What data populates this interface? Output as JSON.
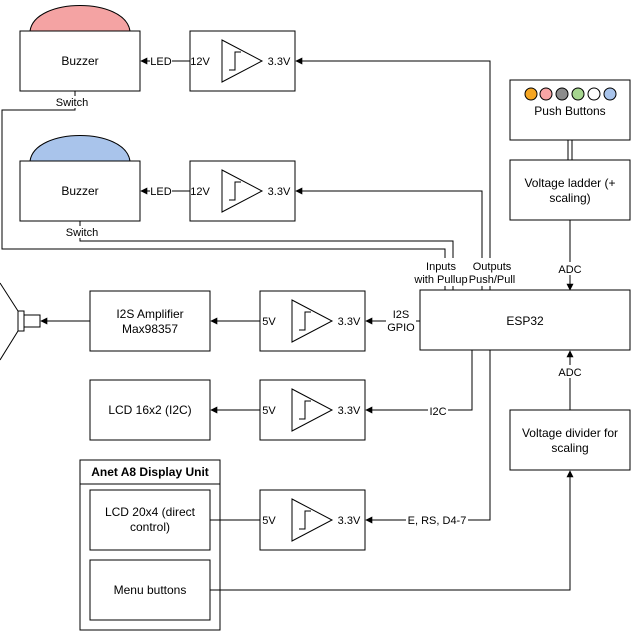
{
  "colors": {
    "buzzer_top_cap": "#f4a3a3",
    "buzzer_bottom_cap": "#a9c4eb",
    "led_orange": "#f5a623",
    "led_red": "#f8a5a5",
    "led_gray": "#8c8c8c",
    "led_green": "#a6d68f",
    "led_white": "#ffffff",
    "led_blue": "#a9c4eb"
  },
  "blocks": {
    "buzzer_1": "Buzzer",
    "buzzer_2": "Buzzer",
    "push_buttons": "Push Buttons",
    "voltage_ladder_l1": "Voltage ladder (+",
    "voltage_ladder_l2": "scaling)",
    "esp32": "ESP32",
    "i2s_amp_l1": "I2S Amplifier",
    "i2s_amp_l2": "Max98357",
    "lcd16": "LCD 16x2 (I2C)",
    "vdiv_l1": "Voltage divider for",
    "vdiv_l2": "scaling",
    "anet_title": "Anet A8 Display Unit",
    "lcd20_l1": "LCD 20x4 (direct",
    "lcd20_l2": "control)",
    "menu_buttons": "Menu buttons"
  },
  "labels": {
    "led_1": "LED",
    "led_2": "LED",
    "switch_1": "Switch",
    "switch_2": "Switch",
    "v12_1": "12V",
    "v33_1": "3.3V",
    "v12_2": "12V",
    "v33_2": "3.3V",
    "v5_amp": "5V",
    "v33_amp": "3.3V",
    "v5_lcd16": "5V",
    "v33_lcd16": "3.3V",
    "v5_lcd20": "5V",
    "v33_lcd20": "3.3V",
    "inputs_l1": "Inputs",
    "inputs_l2": "with Pullup",
    "outputs_l1": "Outputs",
    "outputs_l2": "Push/Pull",
    "adc_top": "ADC",
    "adc_bottom": "ADC",
    "i2s_l1": "I2S",
    "i2s_l2": "GPIO",
    "i2c": "I2C",
    "lcd_pins": "E, RS, D4-7"
  }
}
